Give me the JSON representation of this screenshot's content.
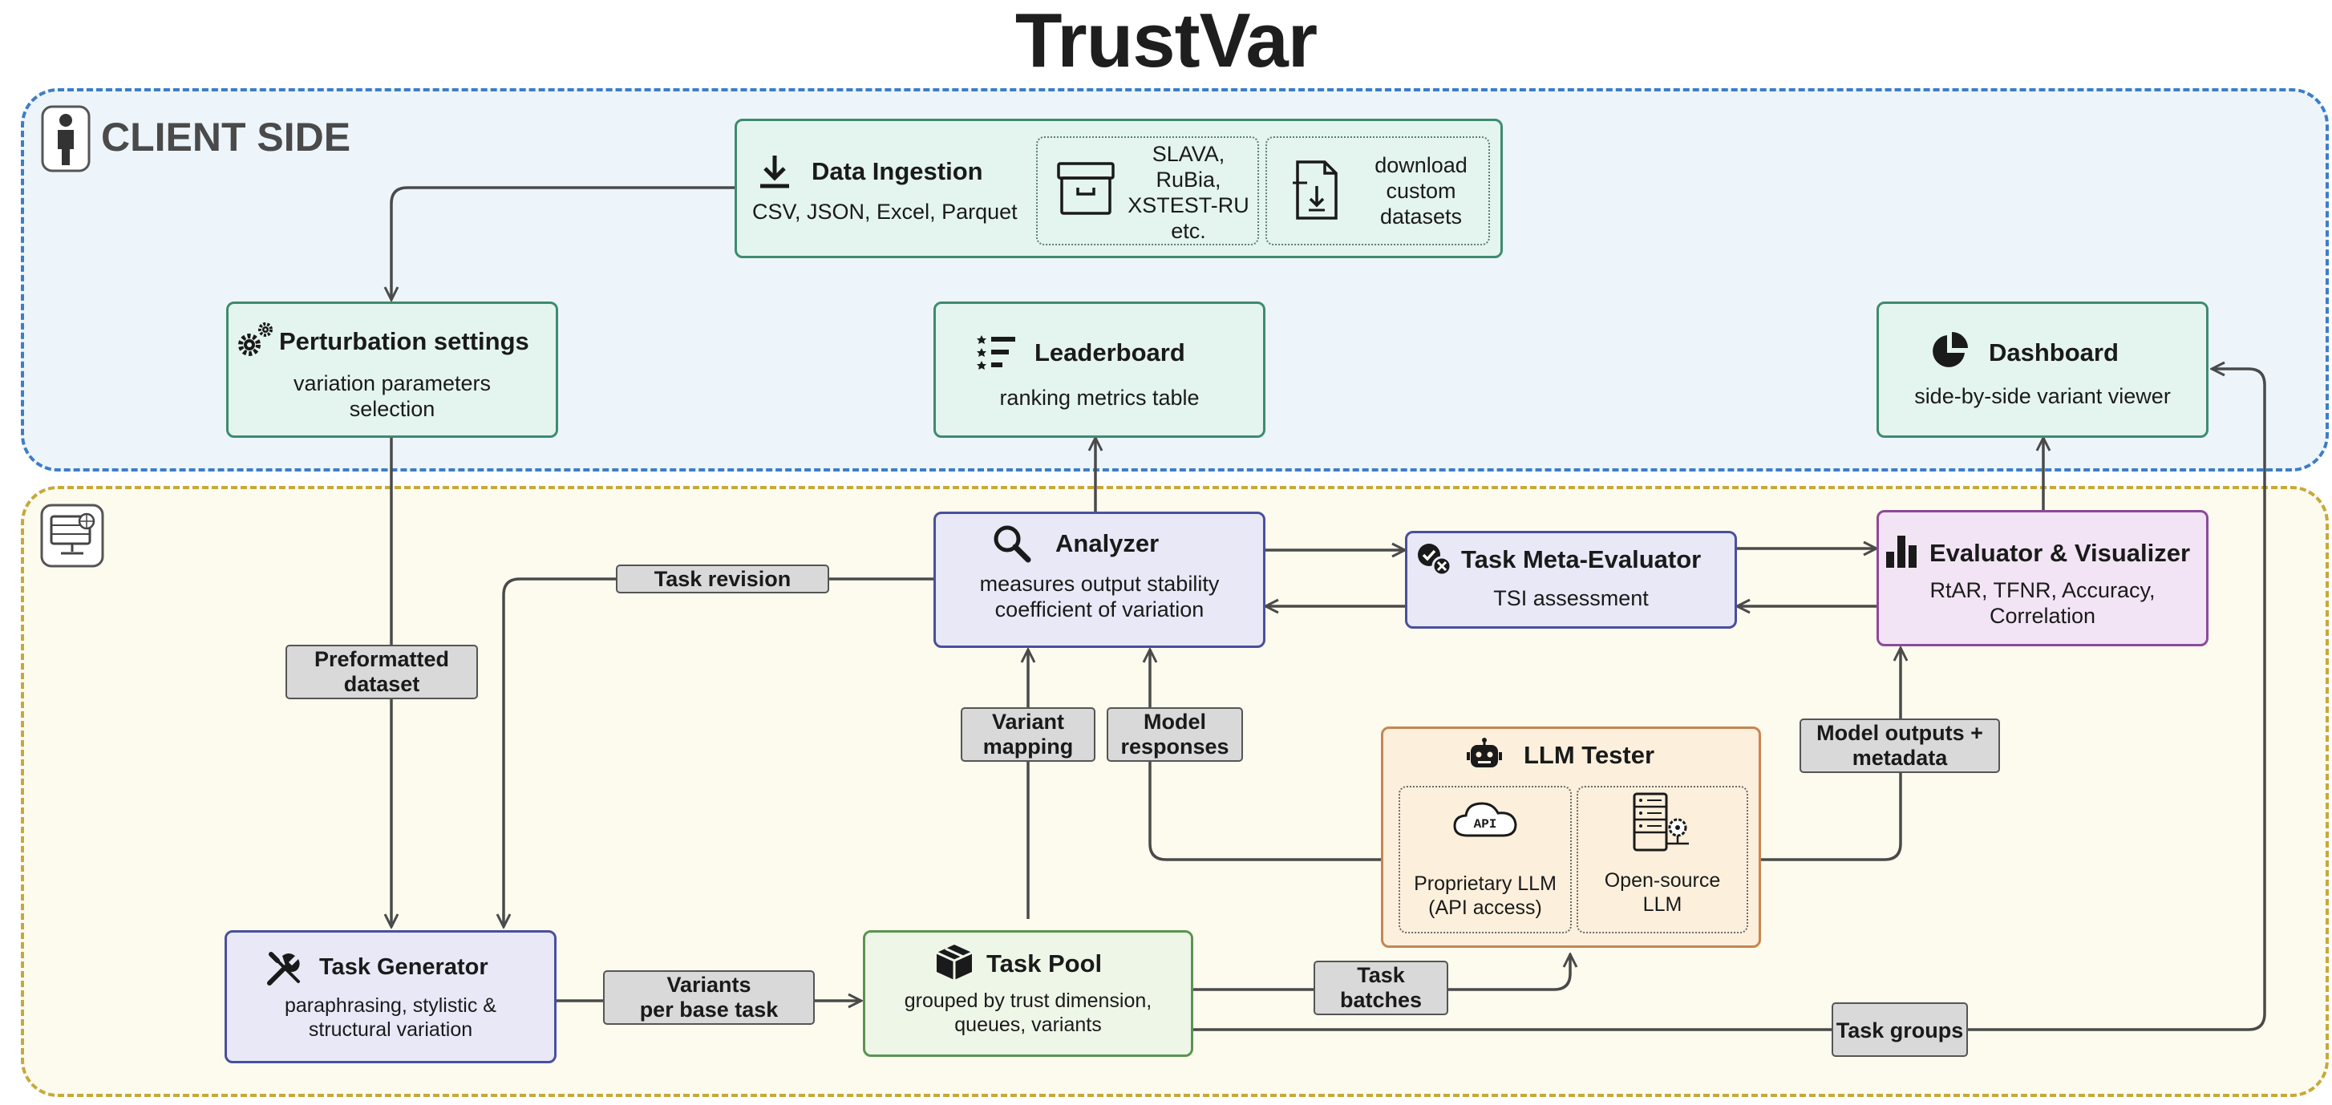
{
  "title": "TrustVar",
  "zones": {
    "client_label": "CLIENT SIDE"
  },
  "colors": {
    "client_zone": "#3d7dc7",
    "server_zone": "#c6a93a",
    "wire": "#4a4a4a"
  },
  "data_ingestion": {
    "title": "Data Ingestion",
    "formats": "CSV, JSON, Excel, Parquet",
    "builtin_datasets": [
      "SLAVA,",
      "RuBia,",
      "XSTEST-RU",
      "etc."
    ],
    "custom": [
      "download",
      "custom",
      "datasets"
    ],
    "icons": [
      "download-icon",
      "archive-box-icon",
      "file-download-icon"
    ]
  },
  "perturbation": {
    "title": "Perturbation settings",
    "desc": [
      "variation parameters",
      "selection"
    ],
    "icon": "gears-icon"
  },
  "leaderboard": {
    "title": "Leaderboard",
    "desc": "ranking metrics table",
    "icon": "ranked-list-icon"
  },
  "dashboard": {
    "title": "Dashboard",
    "desc": "side-by-side variant viewer",
    "icon": "pie-chart-icon"
  },
  "analyzer": {
    "title": "Analyzer",
    "desc": [
      "measures output stability",
      "coefficient of variation"
    ],
    "icon": "magnifier-icon"
  },
  "meta_evaluator": {
    "title": "Task Meta-Evaluator",
    "desc": "TSI assessment",
    "icon": "check-cross-icon"
  },
  "evaluator": {
    "title": "Evaluator & Visualizer",
    "desc": [
      "RtAR, TFNR, Accuracy,",
      "Correlation"
    ],
    "icon": "bar-chart-icon"
  },
  "llm_tester": {
    "title": "LLM Tester",
    "proprietary": [
      "Proprietary LLM",
      "(API access)"
    ],
    "opensource": [
      "Open-source",
      "LLM"
    ],
    "api_badge": "API",
    "icons": [
      "robot-icon",
      "api-cloud-icon",
      "server-rack-icon"
    ]
  },
  "task_generator": {
    "title": "Task Generator",
    "desc": [
      "paraphrasing, stylistic &",
      "structural variation"
    ],
    "icon": "tools-icon"
  },
  "task_pool": {
    "title": "Task Pool",
    "desc": [
      "grouped by trust dimension,",
      "queues, variants"
    ],
    "icon": "boxes-icon"
  },
  "edge_labels": {
    "task_revision": "Task revision",
    "preformatted": [
      "Preformatted",
      "dataset"
    ],
    "variant_mapping": [
      "Variant",
      "mapping"
    ],
    "model_responses": [
      "Model",
      "responses"
    ],
    "model_outputs": [
      "Model outputs +",
      "metadata"
    ],
    "variants_per_base": [
      "Variants",
      "per base task"
    ],
    "task_batches": [
      "Task",
      "batches"
    ],
    "task_groups": "Task groups"
  }
}
